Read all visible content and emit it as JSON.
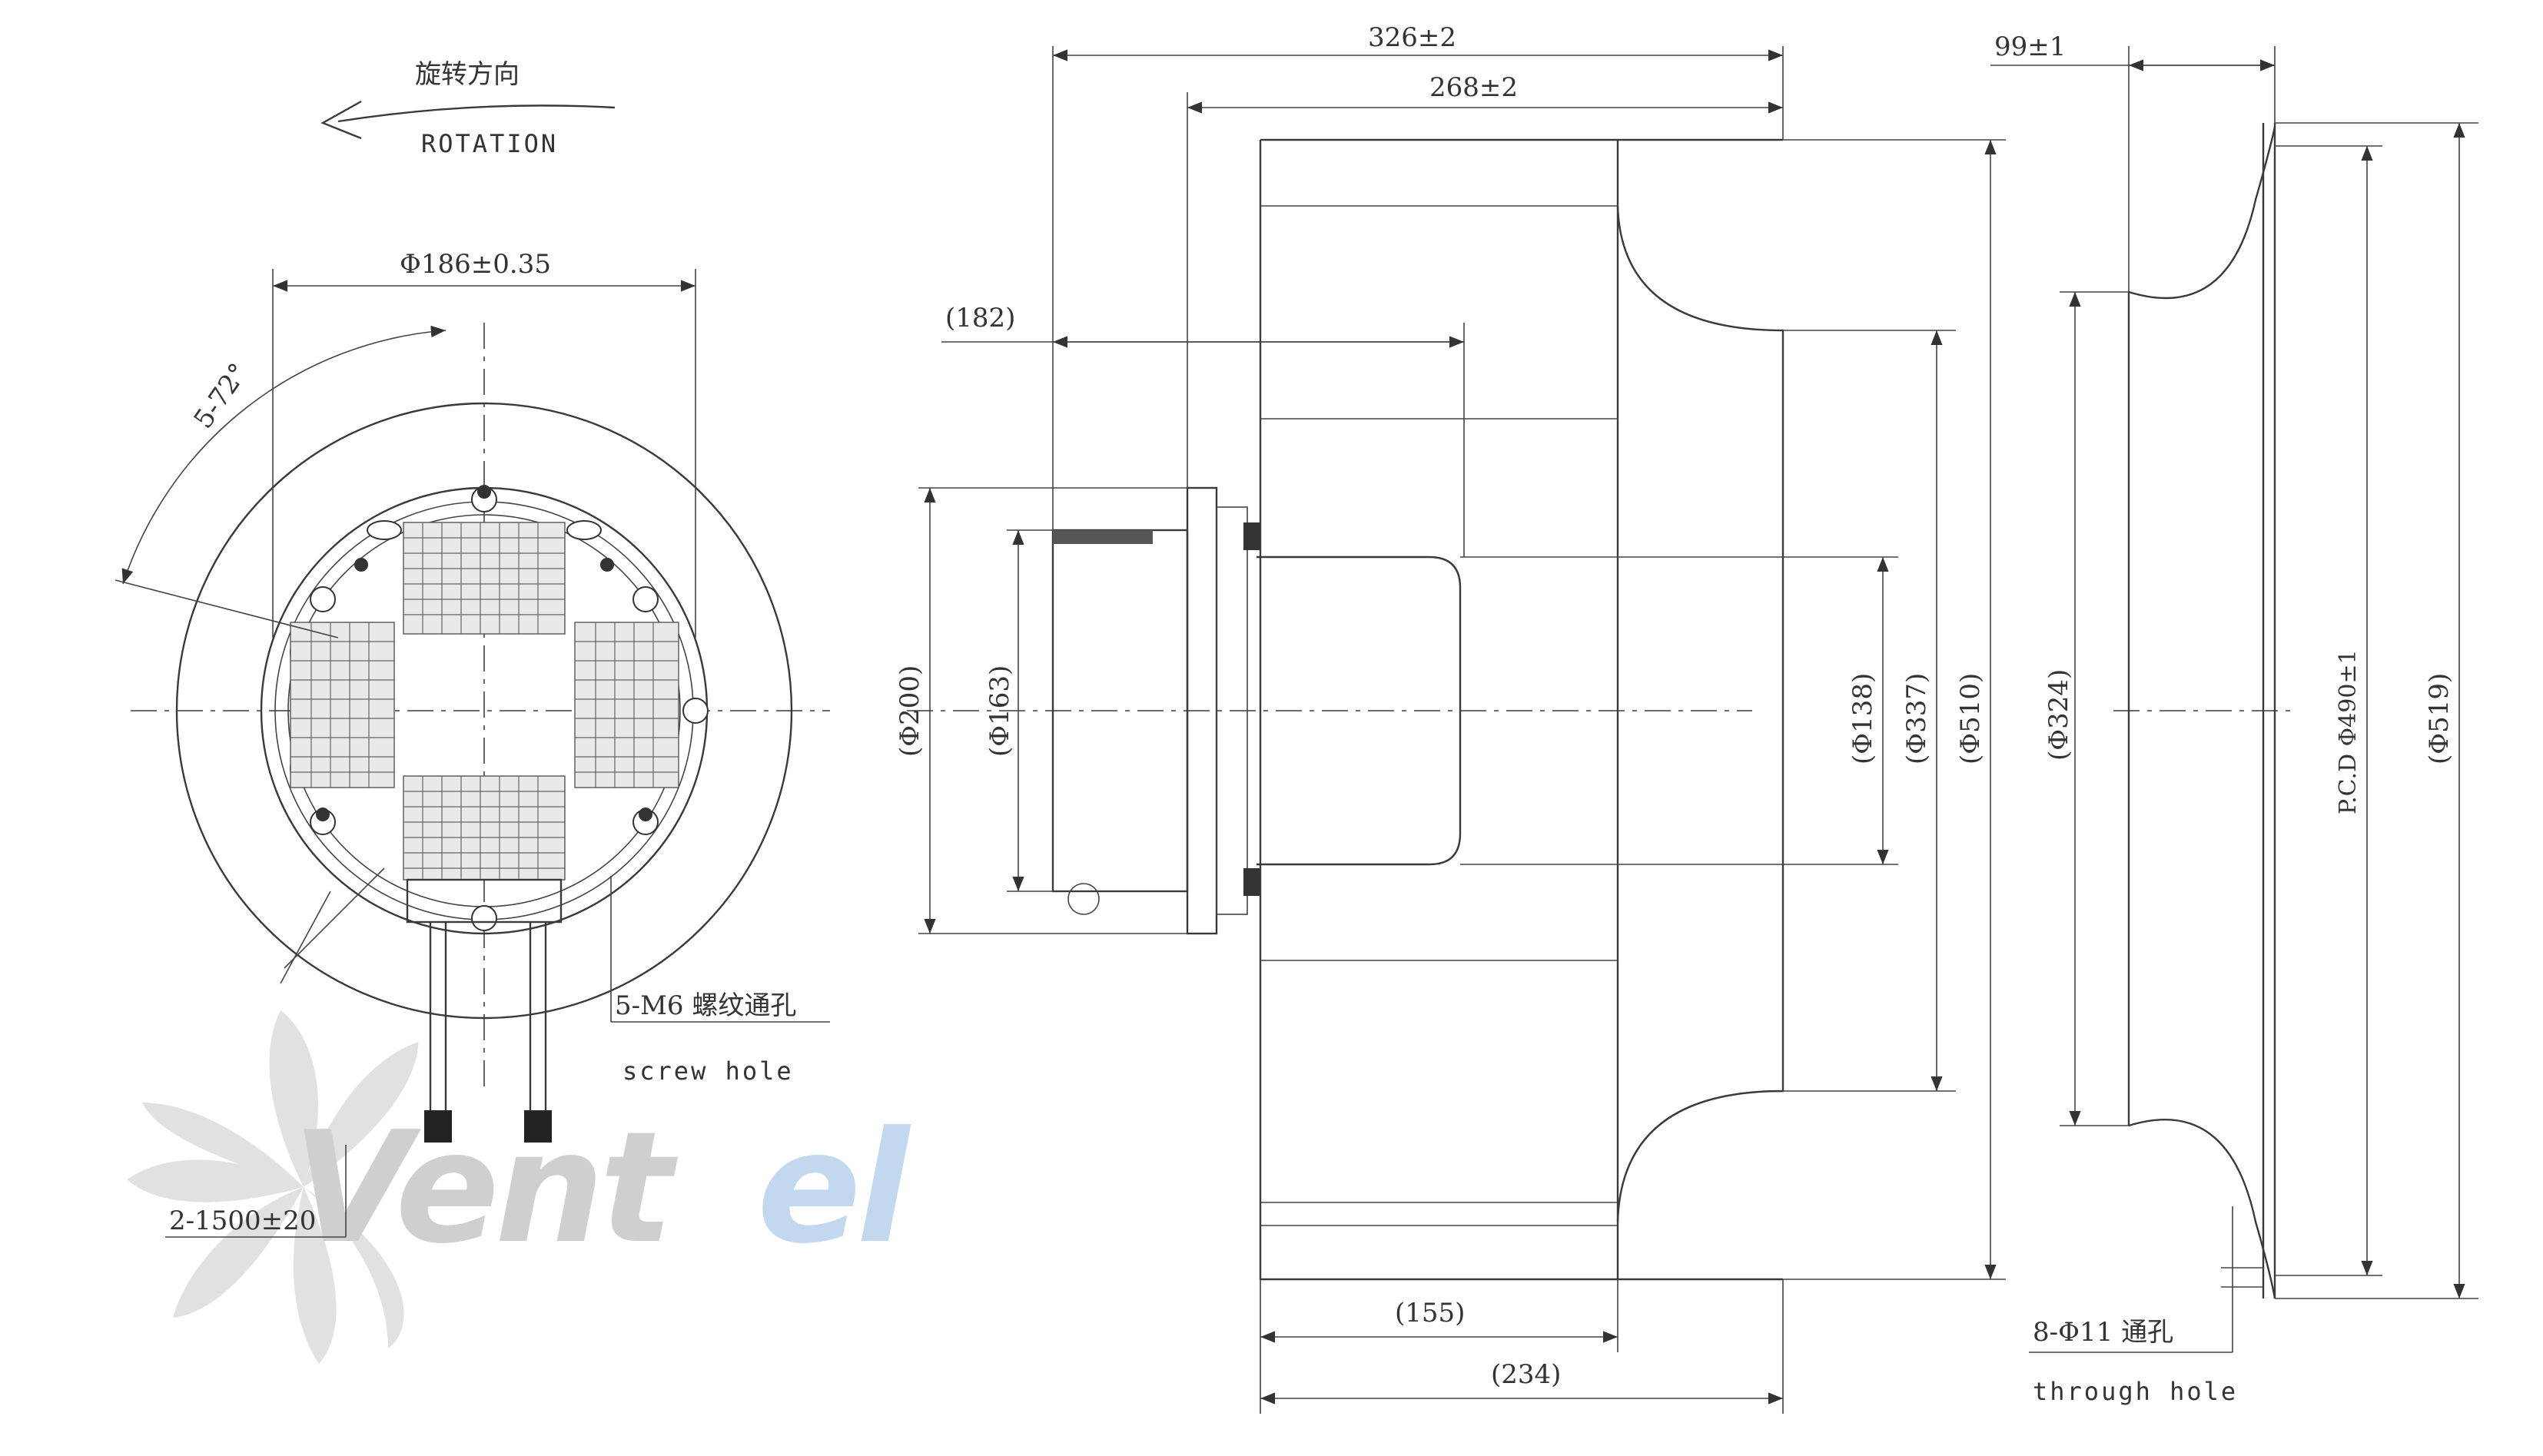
{
  "front_view": {
    "rotation_cn": "旋转方向",
    "rotation_en": "ROTATION",
    "dia_186": "Φ186±0.35",
    "angle": "5-72°",
    "screw_cn": "5-M6 螺纹通孔",
    "screw_en": "screw hole",
    "cable": "2-1500±20"
  },
  "side_view": {
    "len_326": "326±2",
    "len_268": "268±2",
    "len_182": "(182)",
    "dia_200": "(Φ200)",
    "dia_163": "(Φ163)",
    "dia_138": "(Φ138)",
    "dia_337": "(Φ337)",
    "dia_510": "(Φ510)",
    "len_155": "(155)",
    "len_234": "(234)"
  },
  "inlet_view": {
    "len_99": "99±1",
    "dia_324": "(Φ324)",
    "pcd_490": "P.C.D Φ490±1",
    "dia_519": "(Φ519)",
    "holes_cn": "8-Φ11 通孔",
    "holes_en": "through hole"
  },
  "watermark": {
    "brand": "VENTEL",
    "part1": "Vent",
    "part2": "el"
  },
  "colors": {
    "ink": "#3a3a3a",
    "watermark_gray": "#d4d4d4",
    "watermark_blue": "#bcd4ea"
  }
}
